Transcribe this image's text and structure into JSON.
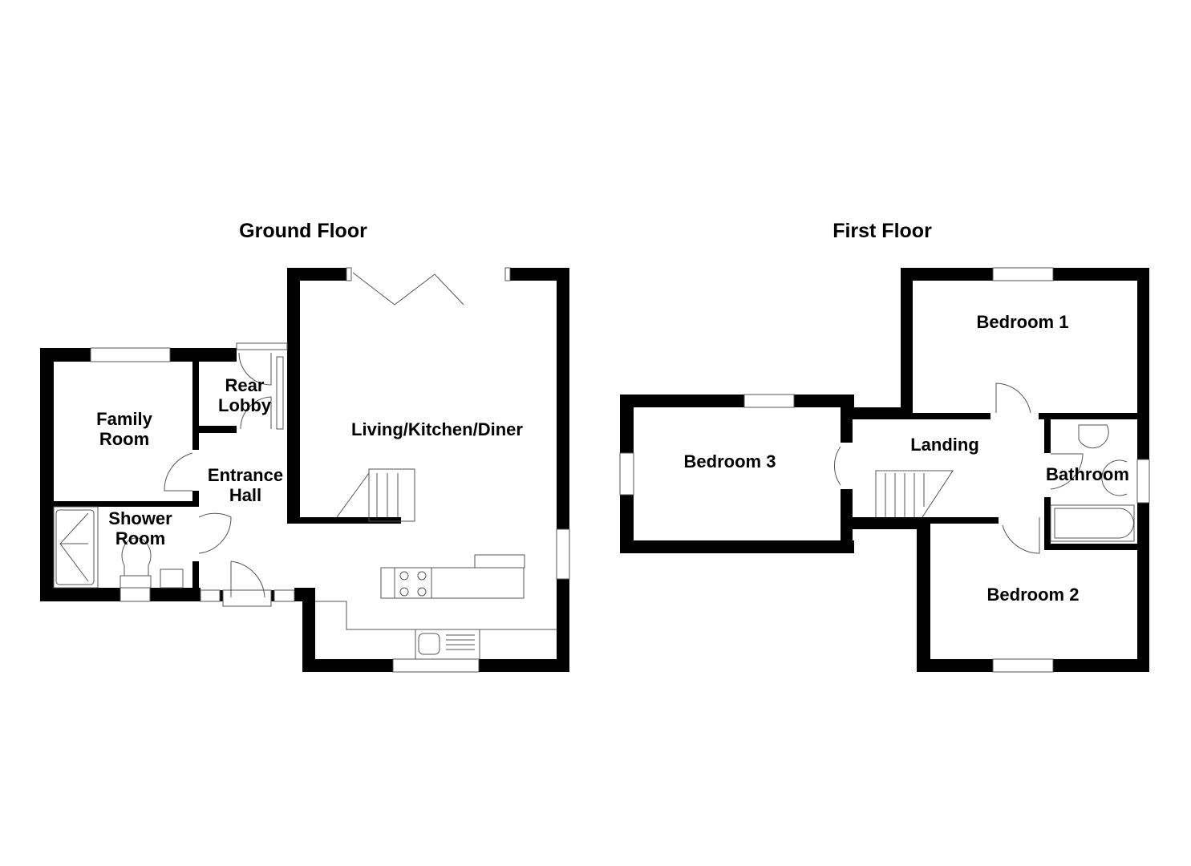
{
  "floors": {
    "ground": {
      "title": "Ground Floor",
      "rooms": {
        "family_room": [
          "Family",
          "Room"
        ],
        "rear_lobby": [
          "Rear",
          "Lobby"
        ],
        "living": "Living/Kitchen/Diner",
        "entrance_hall": [
          "Entrance",
          "Hall"
        ],
        "shower_room": [
          "Shower",
          "Room"
        ]
      }
    },
    "first": {
      "title": "First Floor",
      "rooms": {
        "bedroom1": "Bedroom 1",
        "bedroom2": "Bedroom 2",
        "bedroom3": "Bedroom 3",
        "landing": "Landing",
        "bathroom": "Bathroom"
      }
    }
  }
}
